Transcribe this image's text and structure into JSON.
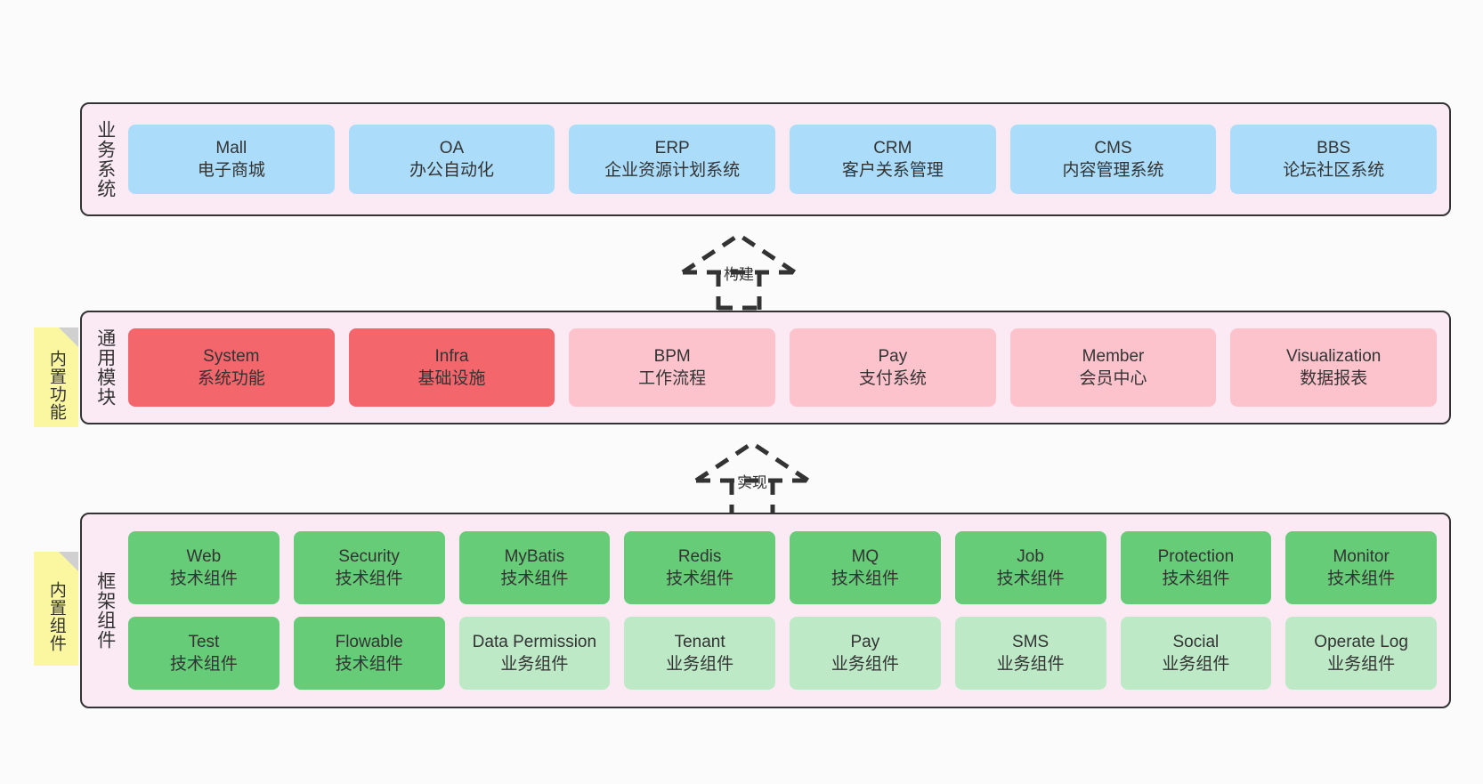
{
  "diagram": {
    "background": "#fbfbfb",
    "layer_fill": "#fbeaf4",
    "layer_border": "#333333",
    "note_fill": "#fbf7a0",
    "colors": {
      "blue": "#abddfb",
      "red": "#f2666c",
      "pink": "#fcc3cd",
      "green": "#66cc78",
      "light_green": "#bde9c7"
    }
  },
  "layers": [
    {
      "id": "business-system",
      "title": "业务系统",
      "rows": [
        {
          "style": "card-blue",
          "cards": [
            {
              "title": "Mall",
              "subtitle": "电子商城"
            },
            {
              "title": "OA",
              "subtitle": "办公自动化"
            },
            {
              "title": "ERP",
              "subtitle": "企业资源计划系统"
            },
            {
              "title": "CRM",
              "subtitle": "客户关系管理"
            },
            {
              "title": "CMS",
              "subtitle": "内容管理系统"
            },
            {
              "title": "BBS",
              "subtitle": "论坛社区系统"
            }
          ]
        }
      ]
    },
    {
      "id": "common-module",
      "title": "通用模块",
      "note": "内置功能",
      "rows": [
        {
          "cards": [
            {
              "title": "System",
              "subtitle": "系统功能",
              "style": "card-red"
            },
            {
              "title": "Infra",
              "subtitle": "基础设施",
              "style": "card-red"
            },
            {
              "title": "BPM",
              "subtitle": "工作流程",
              "style": "card-pink"
            },
            {
              "title": "Pay",
              "subtitle": "支付系统",
              "style": "card-pink"
            },
            {
              "title": "Member",
              "subtitle": "会员中心",
              "style": "card-pink"
            },
            {
              "title": "Visualization",
              "subtitle": "数据报表",
              "style": "card-pink"
            }
          ]
        }
      ]
    },
    {
      "id": "framework-component",
      "title": "框架组件",
      "note": "内置组件",
      "rows": [
        {
          "cards": [
            {
              "title": "Web",
              "subtitle": "技术组件",
              "style": "card-green"
            },
            {
              "title": "Security",
              "subtitle": "技术组件",
              "style": "card-green"
            },
            {
              "title": "MyBatis",
              "subtitle": "技术组件",
              "style": "card-green"
            },
            {
              "title": "Redis",
              "subtitle": "技术组件",
              "style": "card-green"
            },
            {
              "title": "MQ",
              "subtitle": "技术组件",
              "style": "card-green"
            },
            {
              "title": "Job",
              "subtitle": "技术组件",
              "style": "card-green"
            },
            {
              "title": "Protection",
              "subtitle": "技术组件",
              "style": "card-green"
            },
            {
              "title": "Monitor",
              "subtitle": "技术组件",
              "style": "card-green"
            }
          ]
        },
        {
          "cards": [
            {
              "title": "Test",
              "subtitle": "技术组件",
              "style": "card-green"
            },
            {
              "title": "Flowable",
              "subtitle": "技术组件",
              "style": "card-green"
            },
            {
              "title": "Data Permission",
              "subtitle": "业务组件",
              "style": "card-lightgreen"
            },
            {
              "title": "Tenant",
              "subtitle": "业务组件",
              "style": "card-lightgreen"
            },
            {
              "title": "Pay",
              "subtitle": "业务组件",
              "style": "card-lightgreen"
            },
            {
              "title": "SMS",
              "subtitle": "业务组件",
              "style": "card-lightgreen"
            },
            {
              "title": "Social",
              "subtitle": "业务组件",
              "style": "card-lightgreen"
            },
            {
              "title": "Operate Log",
              "subtitle": "业务组件",
              "style": "card-lightgreen"
            }
          ]
        }
      ]
    }
  ],
  "arrows": [
    {
      "id": "build-arrow",
      "label": "构建"
    },
    {
      "id": "implement-arrow",
      "label": "实现"
    }
  ]
}
